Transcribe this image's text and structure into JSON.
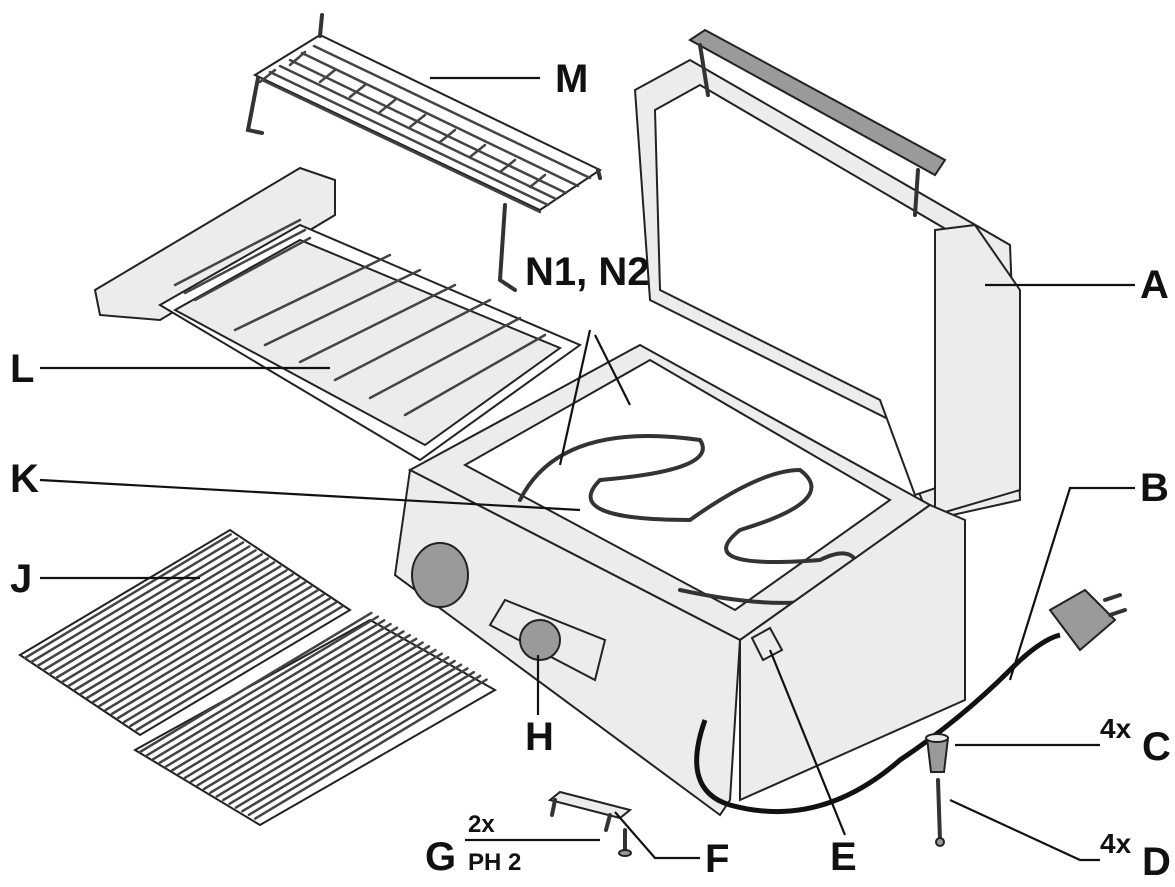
{
  "labels": {
    "A": "A",
    "B": "B",
    "C": "C",
    "D": "D",
    "E": "E",
    "F": "F",
    "G": "G",
    "H": "H",
    "J": "J",
    "K": "K",
    "L": "L",
    "M": "M",
    "N": "N1, N2"
  },
  "quantities": {
    "C": "4x",
    "D": "4x",
    "G_qty": "2x",
    "G_tool": "PH 2"
  }
}
